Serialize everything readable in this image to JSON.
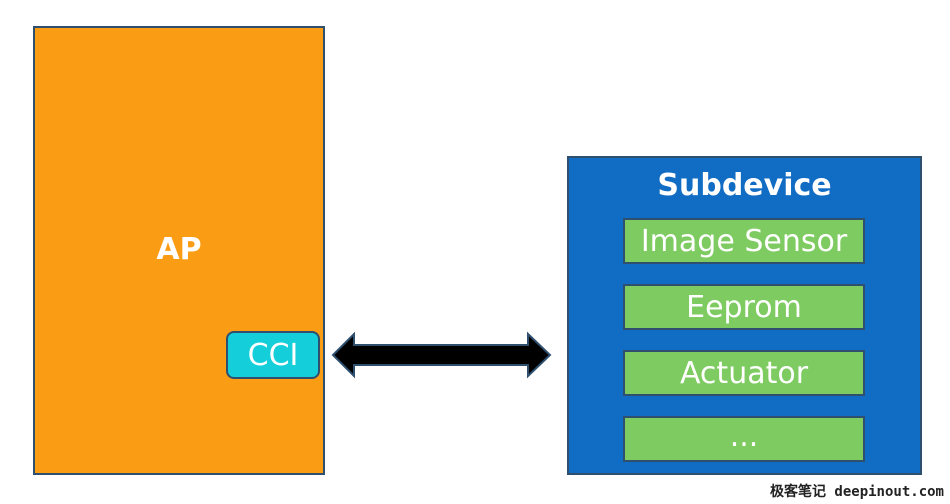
{
  "ap": {
    "label": "AP"
  },
  "cci": {
    "label": "CCI"
  },
  "subdevice": {
    "title": "Subdevice",
    "modules": [
      {
        "label": "Image Sensor"
      },
      {
        "label": "Eeprom"
      },
      {
        "label": "Actuator"
      },
      {
        "label": "..."
      }
    ]
  },
  "watermark": "极客笔记 deepinout.com",
  "colors": {
    "ap": "#fa9c14",
    "cci": "#14cfd9",
    "subdevice": "#116cc4",
    "module": "#7ecb61",
    "arrow": "#000000",
    "border": "#2f4f6f"
  }
}
